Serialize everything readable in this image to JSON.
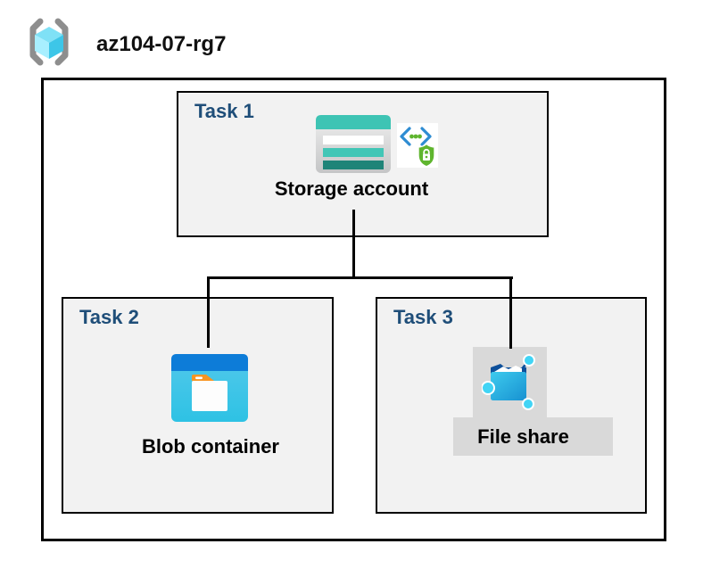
{
  "header": {
    "title": "az104-07-rg7",
    "icon": "resource-group-icon"
  },
  "diagram": {
    "tasks": [
      {
        "label": "Task 1",
        "resource": "Storage account",
        "icons": [
          "storage-account-icon",
          "shared-access-signature-icon"
        ]
      },
      {
        "label": "Task 2",
        "resource": "Blob container",
        "icons": [
          "blob-container-icon"
        ]
      },
      {
        "label": "Task 3",
        "resource": "File share",
        "icons": [
          "file-share-icon"
        ]
      }
    ],
    "connections": [
      {
        "from": "Storage account",
        "to": "Blob container"
      },
      {
        "from": "Storage account",
        "to": "File share"
      }
    ]
  },
  "colors": {
    "task_label_navy": "#1f4e79",
    "task_box_fill": "#f2f2f2",
    "highlight_gray": "#d9d9d9",
    "storage_teal": "#3ec4b4",
    "storage_teal_dark": "#1f8478",
    "blob_band_blue": "#0d7cd8",
    "blob_body_cyan": "#3ac5e7",
    "folder_tab_orange": "#f89522",
    "fileshare_navy": "#0d4f9a",
    "node_cyan": "#41d4f5",
    "shield_green": "#5fb52e",
    "bracket_blue": "#2e8cd2",
    "rg_bracket_gray": "#8e8e8e",
    "connector_black": "#000000"
  }
}
